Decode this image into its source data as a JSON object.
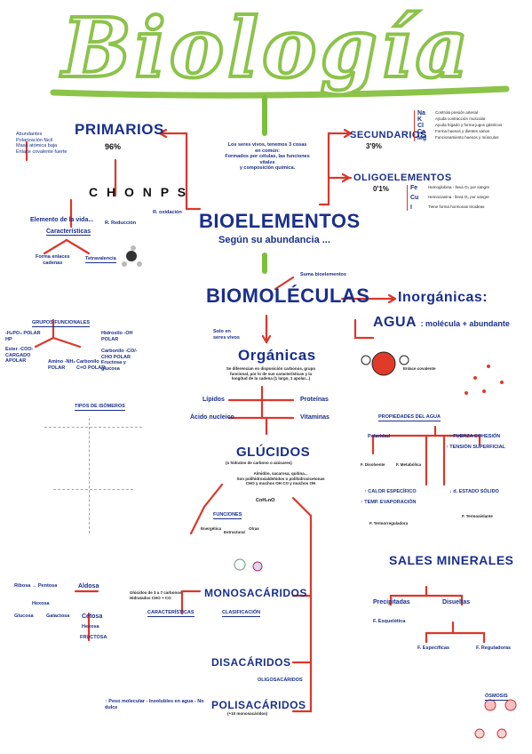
{
  "title": "Biología",
  "bioelementos": {
    "title": "BIOELEMENTOS",
    "subtitle": "Según su abundancia ...",
    "intro": [
      "Los seres vivos, tenemos 3 cosas",
      "en común:",
      "Formados por células, las funciones vitales",
      "y composición química."
    ]
  },
  "primarios": {
    "title": "PRIMARIOS",
    "percent": "96%",
    "props": [
      "Abundantes",
      "Polarización fácil",
      "Masa atómica baja",
      "Enlace covalente fuerte"
    ],
    "letters": "C H O N P S",
    "vida": "Elemento de la vida...",
    "caracteristicas": "Características",
    "oxidacion": "R. oxidación",
    "reduccion": "R. Reducción",
    "forma": [
      "Forma enlaces",
      "cadenas"
    ],
    "tetravalencia": "Tetravalencia",
    "grupos": "GRUPOS FUNCIONALES",
    "grupos_items": [
      "-H₂PO₄ POLAR HP",
      "Ester -COO- CARGADO APOLAR",
      "Amino -NH₂ POLAR",
      "Carbonilo -C=O POLAR",
      "Hidroxilo -OH POLAR",
      "Carbonilo -CO/-CHO POLAR Fructosa y glucosa"
    ],
    "enlaces": "TIPOS DE ISÓMEROS"
  },
  "secundarios": {
    "title": "SECUNDARIOS",
    "percent": "3'9%",
    "items": [
      {
        "sym": "Na",
        "text": "Controla presión arterial"
      },
      {
        "sym": "K",
        "text": "Ayuda contracción muscular"
      },
      {
        "sym": "Cl",
        "text": "Ayuda hígado y forma jugos gástricos"
      },
      {
        "sym": "Ca",
        "text": "Forma huesos y dientes sanos"
      },
      {
        "sym": "Mg",
        "text": "Funcionamiento huesos y músculos"
      }
    ]
  },
  "oligoelementos": {
    "title": "OLIGOELEMENTOS",
    "percent": "0'1%",
    "items": [
      {
        "sym": "Fe",
        "text": "Hemoglobina - lleva O₂ por sangre"
      },
      {
        "sym": "Cu",
        "text": "Hemocianina - lleva O₂ por sangre"
      },
      {
        "sym": "I",
        "text": "Tiene forma hormonas tiroideas"
      }
    ]
  },
  "biomoleculas": {
    "title": "BIOMOLÉCULAS",
    "suma": "Suma bioelementos",
    "solo": [
      "Solo en",
      "seres vivos"
    ]
  },
  "organicas": {
    "title": "Orgánicas",
    "desc": [
      "Se diferencian en disposición carbonos, grupo",
      "funcional, por lo de sus características y la",
      "longitud de la cadena (1 largo, 1 apolar...)"
    ],
    "items": [
      "Lípidos",
      "Proteínas",
      "Ácido nucleico",
      "Vitaminas"
    ]
  },
  "glucidos": {
    "title": "GLÚCIDOS",
    "sub": "(o hidratos de carbono o azúcares)",
    "desc": [
      "Almidón, sacarosa, quitina...",
      "Son polihidroxialdehidos o polihidroxicetonas",
      "CHO y muchos OH  CO y muchos OH"
    ],
    "formula": "CnH₂nO",
    "funciones": "FUNCIONES",
    "func_items": [
      "Energética",
      "Estructural",
      "Otras"
    ],
    "monosacaridos": "MONOSACÁRIDOS",
    "mono_desc": [
      "Glúcidos de 3 a 7 carbonos",
      "Hidratados CHO + CO"
    ],
    "clasificacion": "CLASIFICACIÓN",
    "caracteristicas": "CARACTERÍSTICAS",
    "disacaridos": "DISACÁRIDOS",
    "oligosacaridos": "OLIGOSACÁRIDOS",
    "polisacaridos": "POLISACÁRIDOS",
    "poli_sub": "(+10 monosacáridos)",
    "alto_peso": "↑ Peso molecular - Insolubles en agua - No dulce",
    "aldosa": "Aldosa",
    "cetosa": "Cetosa",
    "hexosa": "Hexosa",
    "fructosa": "FRUCTOSA",
    "ribosa": "Ribosa → Pentosa",
    "glucosa": "Glucosa",
    "galactosa": "Galactosa"
  },
  "inorganicas": {
    "title": "Inorgánicas:",
    "agua": "AGUA",
    "agua_desc": ": molécula + abundante",
    "enlace": "Enlace covalente",
    "propiedades": "PROPIEDADES DEL AGUA",
    "props": [
      "Polaridad",
      "↑ FUERZA COHESIÓN",
      "↑ TENSIÓN SUPERFICIAL",
      "↑ CALOR ESPECÍFICO",
      "↑ TEMP. EVAPORACIÓN",
      "↓ d. ESTADO SÓLIDO"
    ],
    "funcs": [
      "F. Disolvente",
      "F. Metabólica",
      "F. Termorreguladora",
      "F. Termoaislante"
    ],
    "sales": "SALES MINERALES",
    "precipitadas": "Precipitadas",
    "disueltas": "Disueltas",
    "f_esqueletica": "F. Esquelética",
    "f_especificas": "F. Específicas",
    "f_reguladoras": "F. Reguladoras",
    "osmosis": "ÓSMOSIS"
  },
  "colors": {
    "title": "#8cc34a",
    "navy": "#1a2f8a",
    "red": "#d9382b",
    "green": "#7cbf3f"
  }
}
